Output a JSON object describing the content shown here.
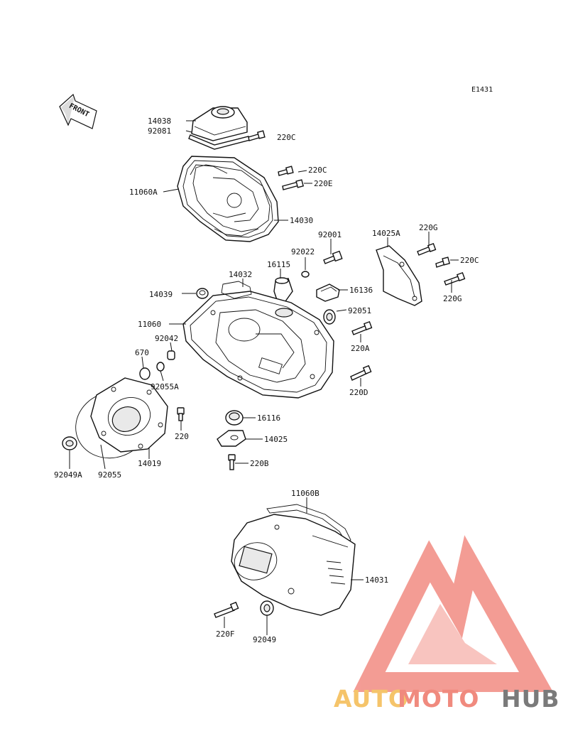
{
  "diagram": {
    "code": "E1431",
    "front_label": "FRONT",
    "labels": {
      "p14038": "14038",
      "p92081": "92081",
      "p220c_1": "220C",
      "p220c_2": "220C",
      "p220e": "220E",
      "p11060a": "11060A",
      "p14030": "14030",
      "p92001": "92001",
      "p14025a": "14025A",
      "p220g_1": "220G",
      "p220c_3": "220C",
      "p220g_2": "220G",
      "p92022": "92022",
      "p16115": "16115",
      "p14032": "14032",
      "p14039": "14039",
      "p16136": "16136",
      "p92051": "92051",
      "p11060": "11060",
      "p220a": "220A",
      "p92042": "92042",
      "p670": "670",
      "p92055a": "92055A",
      "p220d": "220D",
      "p16116": "16116",
      "p220": "220",
      "p14025": "14025",
      "p92049a": "92049A",
      "p92055": "92055",
      "p14019": "14019",
      "p220b": "220B",
      "p11060b": "11060B",
      "p14031": "14031",
      "p220f": "220F",
      "p92049": "92049"
    }
  },
  "watermark": {
    "part1": "AUTO",
    "part2": "MOTO",
    "part3": "HUB",
    "colors": {
      "auto": "#f5c46a",
      "moto": "#f08a7e",
      "hub": "#7a7a7a",
      "triangle": "#f28b82"
    }
  }
}
